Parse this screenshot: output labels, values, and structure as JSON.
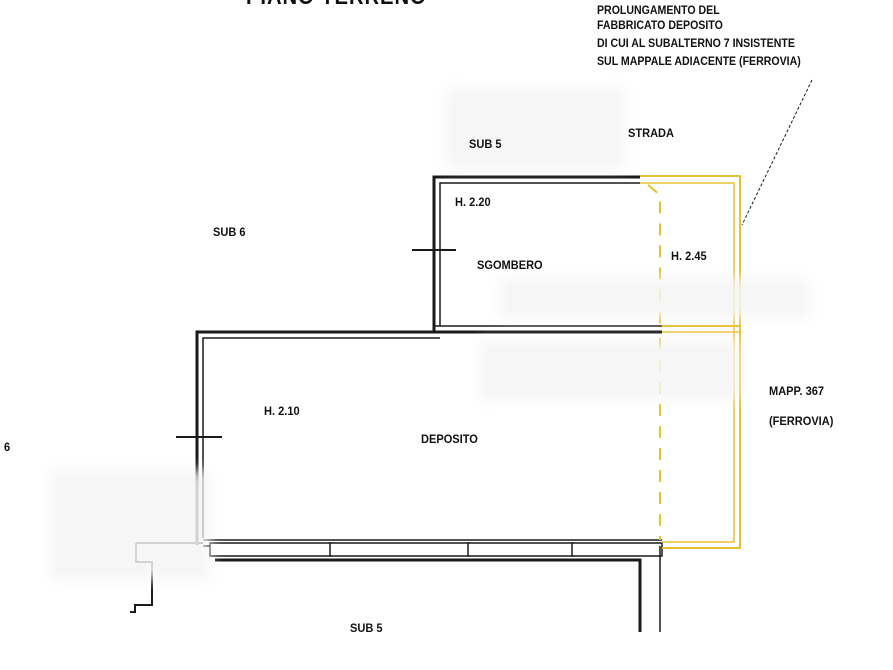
{
  "title": "PIANO TERRENO",
  "note": {
    "line1": "PROLUNGAMENTO DEL",
    "line2": "FABBRICATO DEPOSITO",
    "line3": "DI CUI AL  SUBALTERNO 7 INSISTENTE",
    "line4": "SUL MAPPALE ADIACENTE (FERROVIA)"
  },
  "labels": {
    "strada": "STRADA",
    "sub5_top": "SUB 5",
    "sub6_left": "SUB 6",
    "sub6_edge": "6",
    "sub5_bottom": "SUB 5",
    "mapp": "MAPP. 367",
    "ferrovia": "(FERROVIA)"
  },
  "rooms": {
    "sgombero": {
      "name": "SGOMBERO",
      "height": "H. 2.20"
    },
    "deposito": {
      "name": "DEPOSITO",
      "height": "H. 2.10"
    },
    "extension": {
      "height": "H. 2.45"
    }
  },
  "colors": {
    "wall": "#1a1a1a",
    "extension": "#e8c132",
    "paper": "#ffffff"
  }
}
